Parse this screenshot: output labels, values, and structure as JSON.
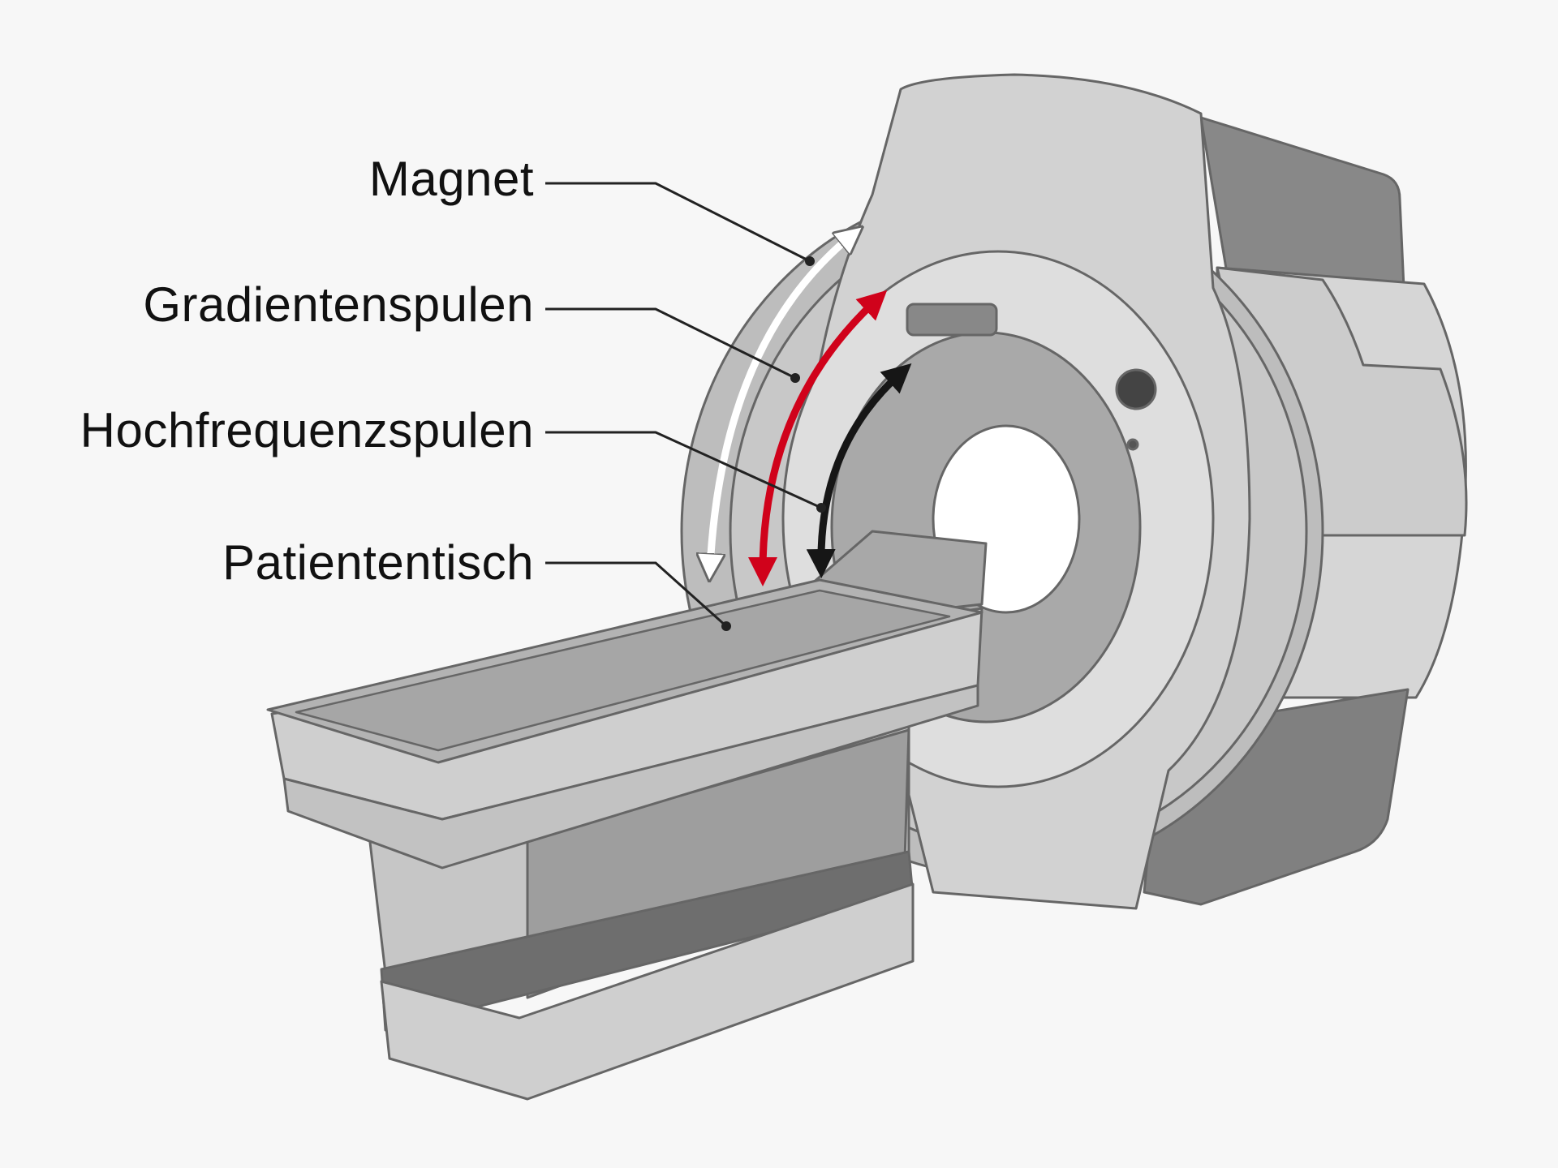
{
  "labels": {
    "magnet": "Magnet",
    "gradient_coils": "Gradientenspulen",
    "rf_coils": "Hochfrequenzspulen",
    "patient_table": "Patiententisch"
  },
  "colors": {
    "background": "#f7f7f7",
    "outline": "#666666",
    "magnet_arrow": "#ffffff",
    "gradient_arrow": "#d0021b",
    "rf_arrow": "#161616",
    "leader_line": "#222222"
  }
}
